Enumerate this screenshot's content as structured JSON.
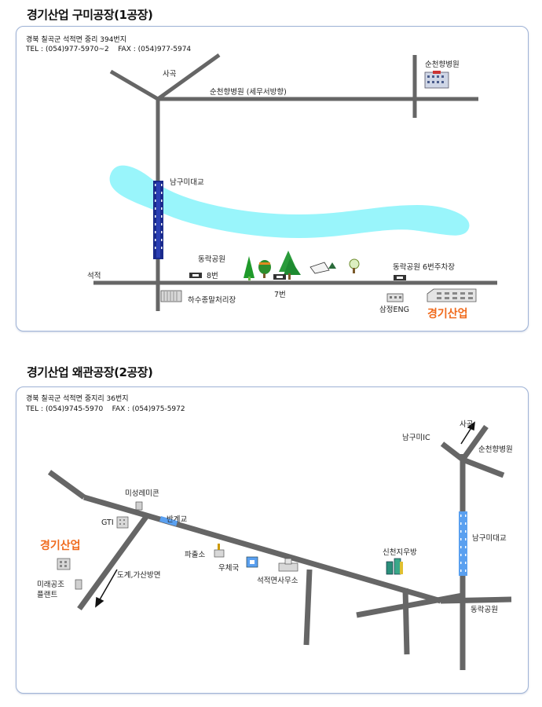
{
  "colors": {
    "road": "#666666",
    "river": "#99f5fb",
    "bridge": "#1a2a8c",
    "bridge2": "#5aa0f0",
    "brand": "#f06a1c",
    "border": "#9fb3d6"
  },
  "factory1": {
    "title": "경기산업 구미공장(1공장)",
    "address": "경북 칠곡군 석적면 중리 394번지",
    "contact": "TEL : (054)977-5970~2    FAX : (054)977-5974",
    "labels": {
      "sagok": "사곡",
      "hospital": "순천향병원",
      "hospital_road": "순천향병원 (세무서방향)",
      "bridge": "남구미대교",
      "park": "동락공원",
      "seokjeok": "석적",
      "bus8": "8번",
      "bus7": "7번",
      "sewage": "하수종말처리장",
      "parking6": "동락공원 6번주차장",
      "samjeong": "삼정ENG",
      "company": "경기산업"
    }
  },
  "factory2": {
    "title": "경기산업 왜관공장(2공장)",
    "address": "경북 칠곡군 석적면 중지리 36번지",
    "contact": "TEL : (054)9745-5970    FAX : (054)975-5972",
    "labels": {
      "sagok": "사곡",
      "ic": "남구미IC",
      "hospital": "순천향병원",
      "misung": "미성레미콘",
      "gti": "GTI",
      "bangye": "반계교",
      "company": "경기산업",
      "police": "파출소",
      "post": "우체국",
      "office": "석적면사무소",
      "apartment": "신천지우방",
      "bridge": "남구미대교",
      "direction": "도계,가산방면",
      "mirae": "미래공조\n플랜트",
      "park": "동락공원"
    }
  }
}
